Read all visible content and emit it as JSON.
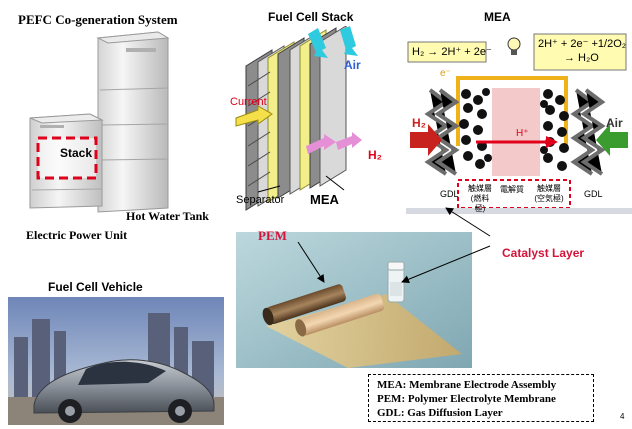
{
  "titles": {
    "pefc": "PEFC Co-generation System",
    "stack": "Fuel Cell Stack",
    "mea": "MEA",
    "vehicle": "Fuel Cell Vehicle"
  },
  "pefc": {
    "stack_label": "Stack",
    "hot_water": "Hot Water Tank",
    "power_unit": "Electric Power Unit"
  },
  "fuel_stack": {
    "air": "Air",
    "current": "Current",
    "h2": "H₂",
    "separator": "Separator",
    "mea": "MEA"
  },
  "mea_diagram": {
    "anode_reaction": "H₂ → 2H⁺ + 2e⁻",
    "cathode_reaction_1": "2H⁺ + 2e⁻ +1/2O₂",
    "cathode_reaction_2": "→ H₂O",
    "electron": "e⁻",
    "h2": "H₂",
    "air": "Air",
    "proton": "H⁺",
    "gdl_left": "GDL",
    "gdl_right": "GDL",
    "jp_catalyst_anode_1": "触媒層",
    "jp_catalyst_anode_2": "(燃料極)",
    "jp_electrolyte": "電解質",
    "jp_catalyst_cathode_1": "触媒層",
    "jp_catalyst_cathode_2": "(空気極)"
  },
  "labels": {
    "pem": "PEM",
    "catalyst_layer": "Catalyst Layer"
  },
  "legend": {
    "mea": "MEA: Membrane Electrode Assembly",
    "pem": "PEM: Polymer Electrolyte Membrane",
    "gdl": "GDL: Gas Diffusion Layer"
  },
  "page_number": "4",
  "colors": {
    "accent_red": "#e0001b",
    "label_red": "#d4143a",
    "reaction_bg": "#fffbb0",
    "mea_bg": "#ffffff",
    "mea_center": "#f4c9c9",
    "gas_red": "#c8221e",
    "gas_green": "#3a9c2e",
    "wire": "#f0b21a"
  }
}
